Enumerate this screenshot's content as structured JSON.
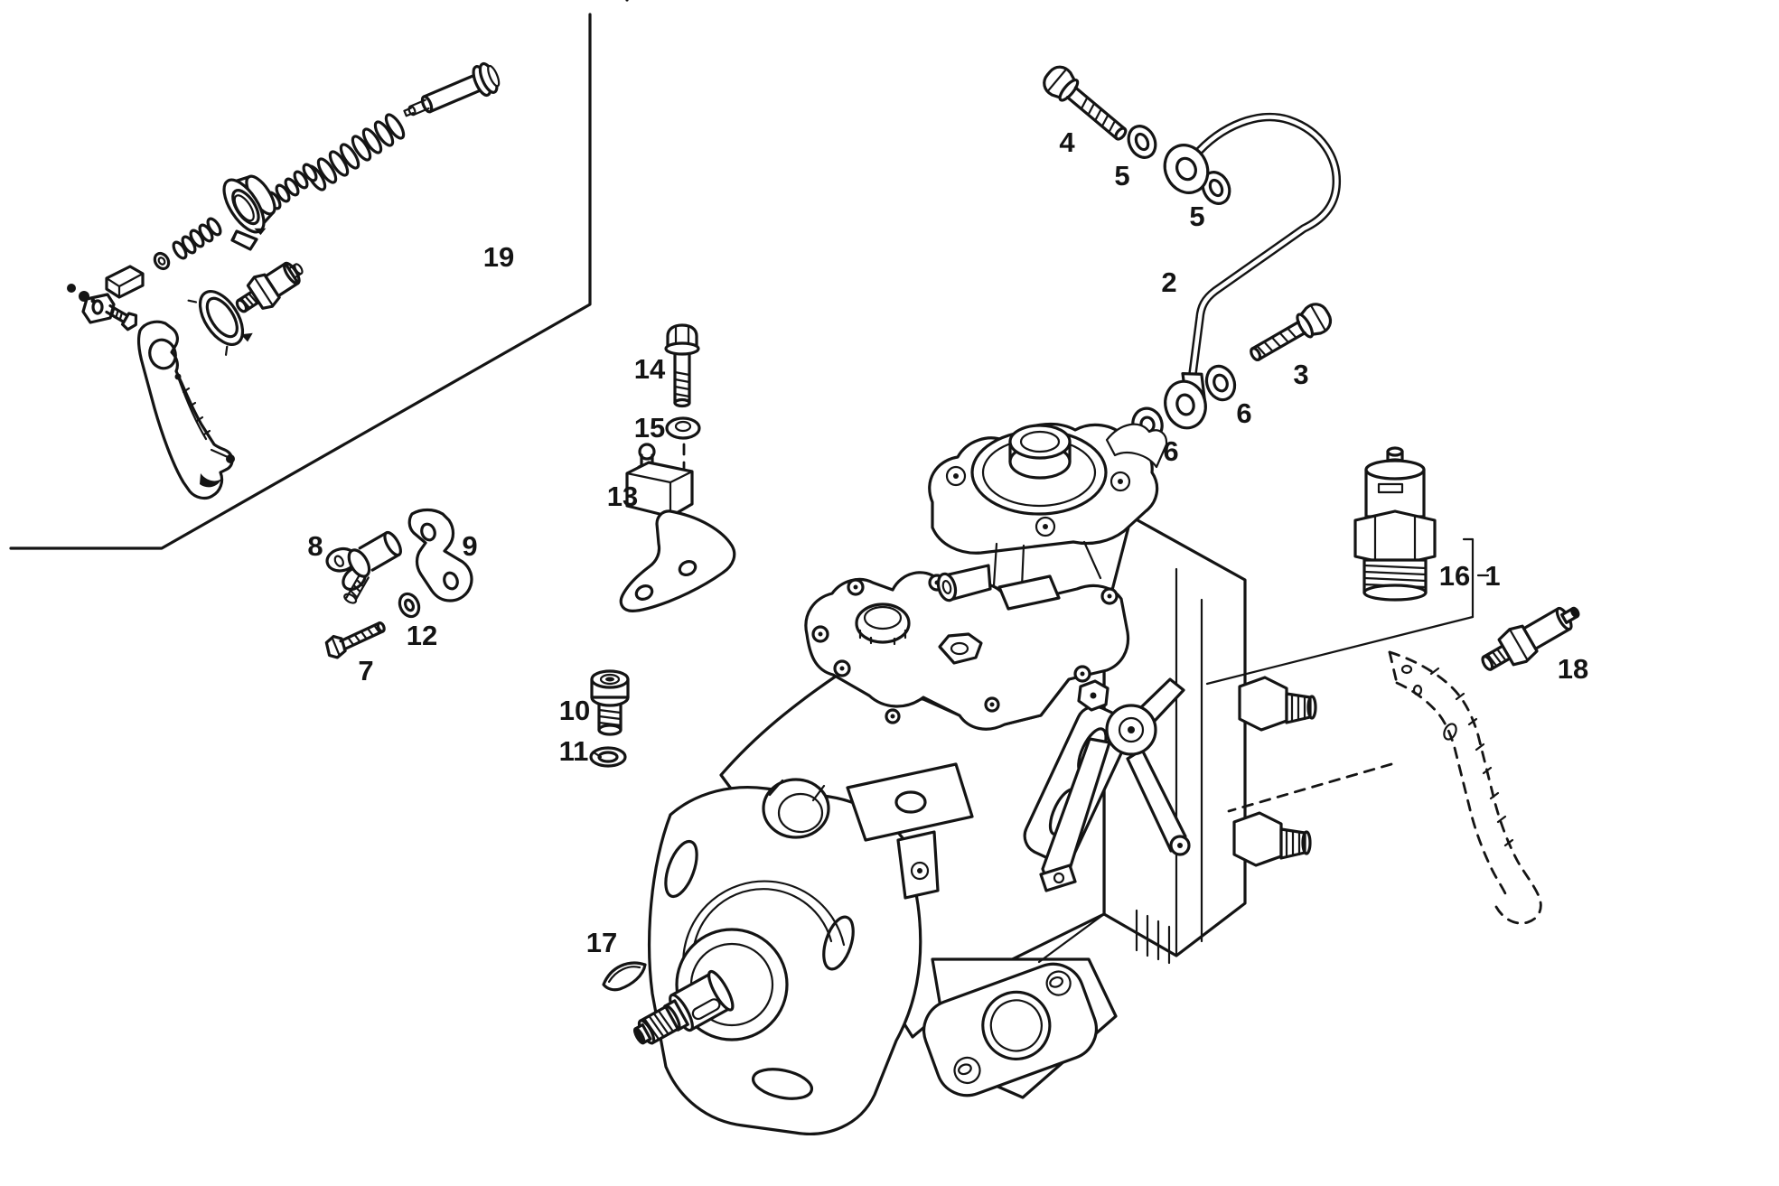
{
  "figure": {
    "background_color": "#ffffff",
    "line_color": "#141414"
  },
  "callouts": [
    {
      "text": "1"
    },
    {
      "text": "2"
    },
    {
      "text": "3"
    },
    {
      "text": "4"
    },
    {
      "text": "5"
    },
    {
      "text": "5"
    },
    {
      "text": "6"
    },
    {
      "text": "6"
    },
    {
      "text": "7"
    },
    {
      "text": "8"
    },
    {
      "text": "9"
    },
    {
      "text": "10"
    },
    {
      "text": "11"
    },
    {
      "text": "12"
    },
    {
      "text": "13"
    },
    {
      "text": "14"
    },
    {
      "text": "15"
    },
    {
      "text": "16"
    },
    {
      "text": "17"
    },
    {
      "text": "18"
    },
    {
      "text": "19"
    }
  ]
}
